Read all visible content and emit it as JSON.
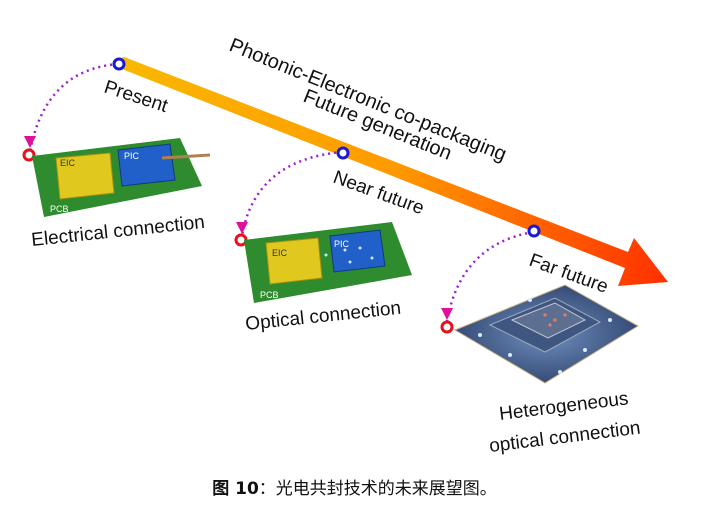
{
  "diagram": {
    "arrow_title": "Photonic-Electronic co-packaging",
    "arrow_subtitle": "Future generation",
    "stages": [
      {
        "time": "Present",
        "label": "Electrical connection"
      },
      {
        "time": "Near future",
        "label": "Optical connection"
      },
      {
        "time": "Far future",
        "label": "Heterogeneous",
        "label2": "optical connection"
      }
    ],
    "chip_labels": {
      "eic": "EIC",
      "pic": "PIC",
      "pcb": "PCB"
    },
    "colors": {
      "arrow_start": "#f9b800",
      "arrow_mid": "#ff8c00",
      "arrow_end": "#ff3300",
      "marker_blue": "#1a1ad6",
      "marker_red": "#e8101a",
      "dotted": "#9b1fd0",
      "pcb": "#2e8b2e",
      "eic": "#e0c81e",
      "pic": "#2060c8"
    }
  },
  "caption": {
    "prefix": "图 10",
    "text": "：光电共封技术的未来展望图。"
  }
}
